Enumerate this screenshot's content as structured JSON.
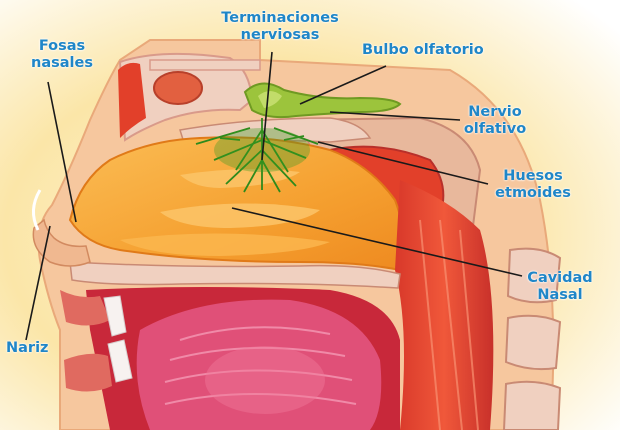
{
  "labels": {
    "terminaciones": [
      "Terminaciones",
      "nerviosas"
    ],
    "fosas": [
      "Fosas",
      "nasales"
    ],
    "bulbo": "Bulbo olfatorio",
    "nervio": [
      "Nervio",
      "olfativo"
    ],
    "huesos": [
      "Huesos",
      "etmoides"
    ],
    "cavidad": [
      "Cavidad",
      "Nasal"
    ],
    "nariz": "Nariz"
  },
  "colors": {
    "label_text": "#1f86c8",
    "background_glow": "#f7d98a",
    "nasal_cavity": "#f5a030",
    "muscle": "#e2402a",
    "bone": "#f0d0c0",
    "olfactory_bulb": "#9cc43c",
    "nerve_endings": "#2e8a1c",
    "tongue": "#e05078",
    "leader_lines": "#1a1a1a"
  }
}
